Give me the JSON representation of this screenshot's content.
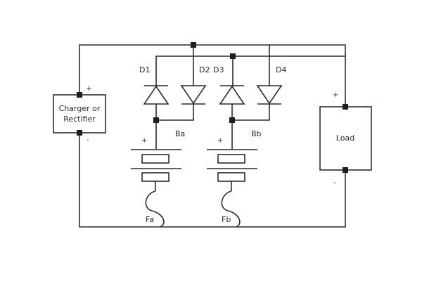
{
  "charger": {
    "line1": "Charger or",
    "line2": "Rectifier",
    "plus": "+",
    "minus": "-"
  },
  "load": {
    "label": "Load",
    "plus": "+",
    "minus": "-"
  },
  "diodes": {
    "d1": "D1",
    "d2": "D2",
    "d3": "D3",
    "d4": "D4"
  },
  "batteries": {
    "a": {
      "label": "Ba",
      "plus": "+"
    },
    "b": {
      "label": "Bb",
      "plus": "+"
    }
  },
  "fuses": {
    "a": "Fa",
    "b": "Fb"
  }
}
